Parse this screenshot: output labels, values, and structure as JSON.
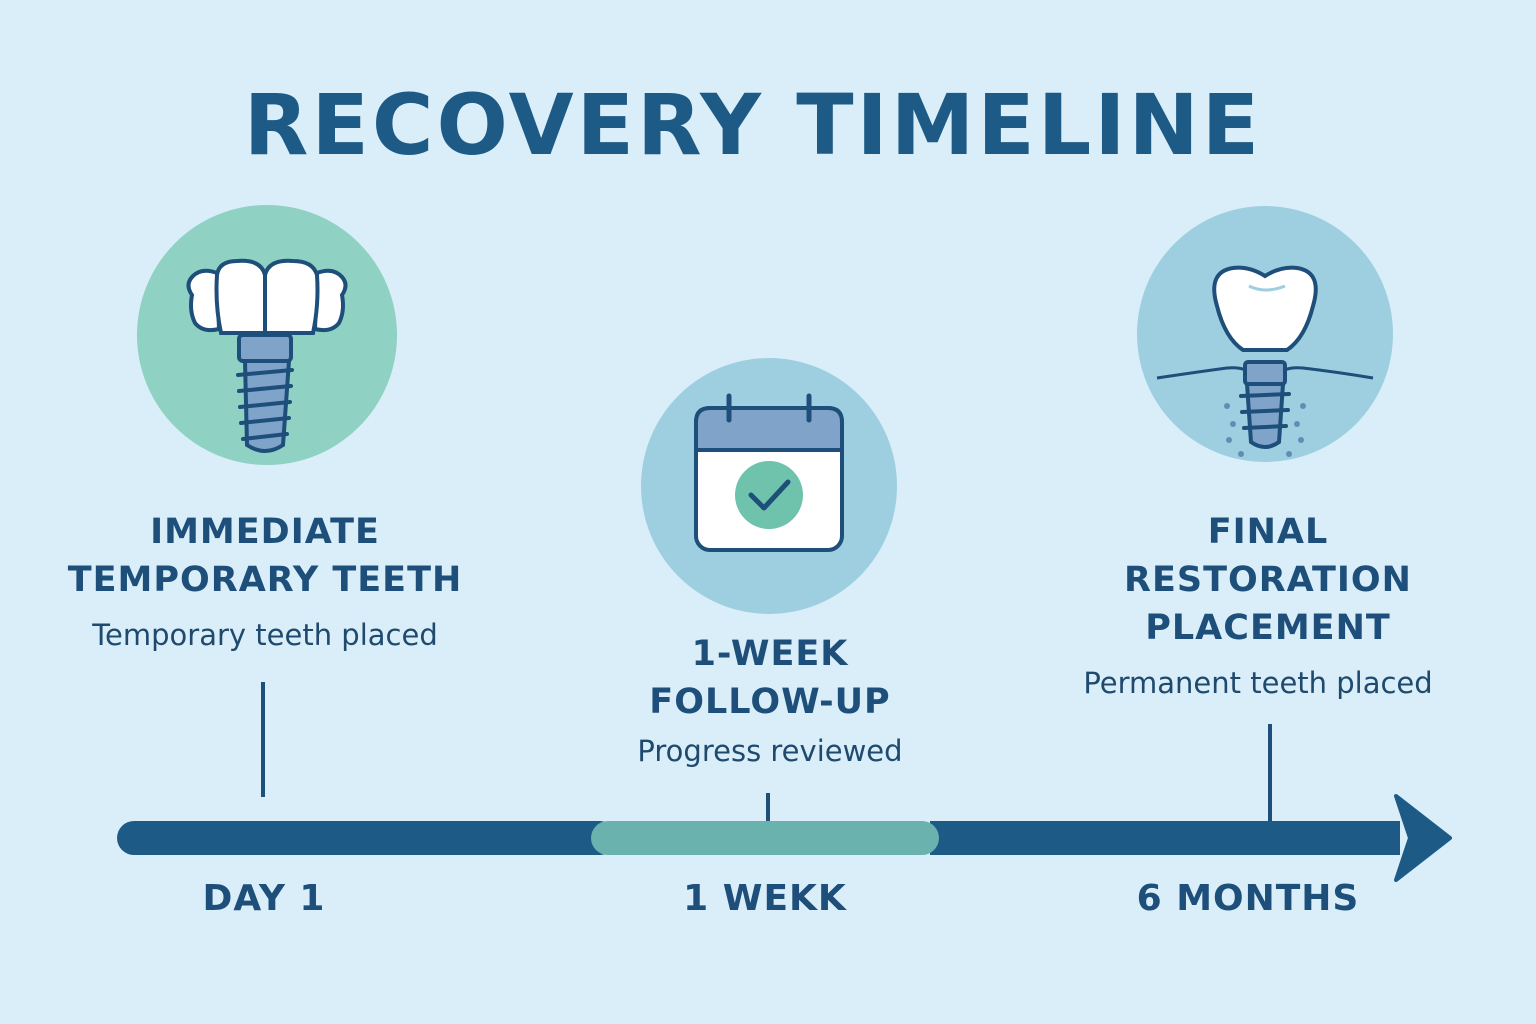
{
  "title": "RECOVERY TIMELINE",
  "colors": {
    "background": "#d9eef8",
    "primary": "#1d5a86",
    "accent_teal": "#6ab2ad",
    "circle_green": "#8fd1c3",
    "circle_blue": "#9ecfe0"
  },
  "stages": [
    {
      "heading_lines": [
        "IMMEDIATE",
        "TEMPORARY TEETH"
      ],
      "description": "Temporary teeth placed",
      "icon": "temporary-teeth-implant-icon",
      "axis_label": "DAY 1"
    },
    {
      "heading_lines": [
        "1-WEEK",
        "FOLLOW-UP"
      ],
      "description": "Progress reviewed",
      "icon": "calendar-check-icon",
      "axis_label": "1 WEKK"
    },
    {
      "heading_lines": [
        "FINAL",
        "RESTORATION",
        "PLACEMENT"
      ],
      "description": "Permanent teeth placed",
      "icon": "crown-implant-icon",
      "axis_label": "6 MONTHS"
    }
  ]
}
